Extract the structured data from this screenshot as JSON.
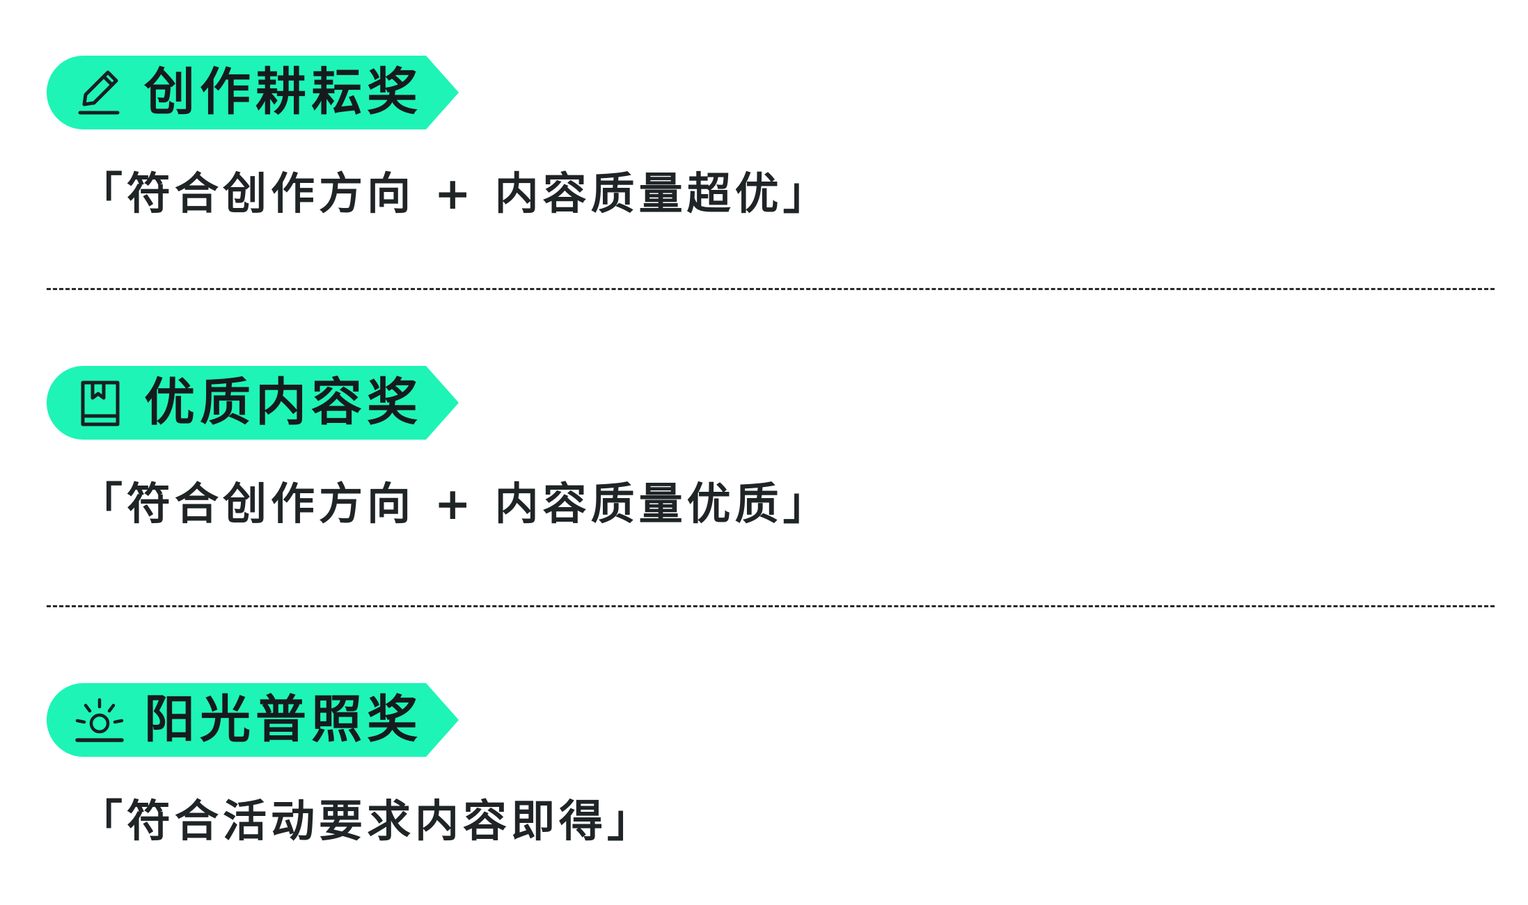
{
  "colors": {
    "accent": "#1ef4b6",
    "text": "#1f2426",
    "divider": "#2a2a2a"
  },
  "awards": [
    {
      "icon": "pencil-icon",
      "title": "创作耕耘奖",
      "description": "「符合创作方向 + 内容质量超优」"
    },
    {
      "icon": "book-icon",
      "title": "优质内容奖",
      "description": "「符合创作方向 + 内容质量优质」"
    },
    {
      "icon": "sunrise-icon",
      "title": "阳光普照奖",
      "description": "「符合活动要求内容即得」"
    }
  ]
}
